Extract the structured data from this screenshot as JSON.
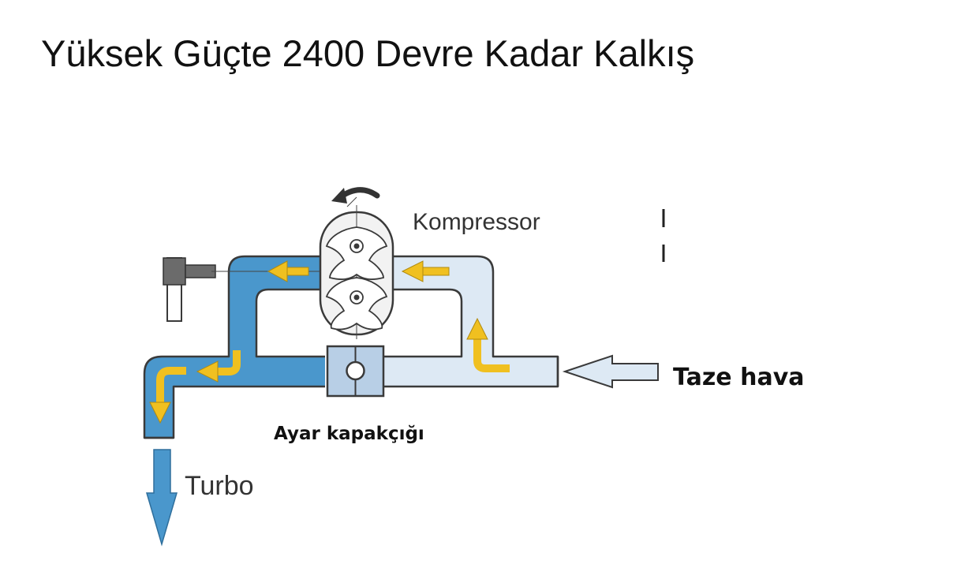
{
  "slide": {
    "title": "Yüksek Güçte 2400 Devre Kadar Kalkış"
  },
  "diagram": {
    "labels": {
      "compressor": "Kompressor",
      "fresh_air": "Taze hava",
      "bypass_valve": "Ayar kapakçığı",
      "turbo": "Turbo"
    },
    "colors": {
      "compressed_air": "#4a97cc",
      "fresh_air": "#dde9f4",
      "outline": "#3a3a3a",
      "flow_arrow": "#f0c020",
      "valve_body": "#b8cfe6",
      "compressor_body": "#f2f2f2",
      "pulley": "#6b6b6b"
    },
    "icons": {
      "rotation": "curved-arrow-left-icon",
      "inlet": "hollow-arrow-left-icon",
      "outlet": "solid-arrow-down-icon"
    }
  }
}
